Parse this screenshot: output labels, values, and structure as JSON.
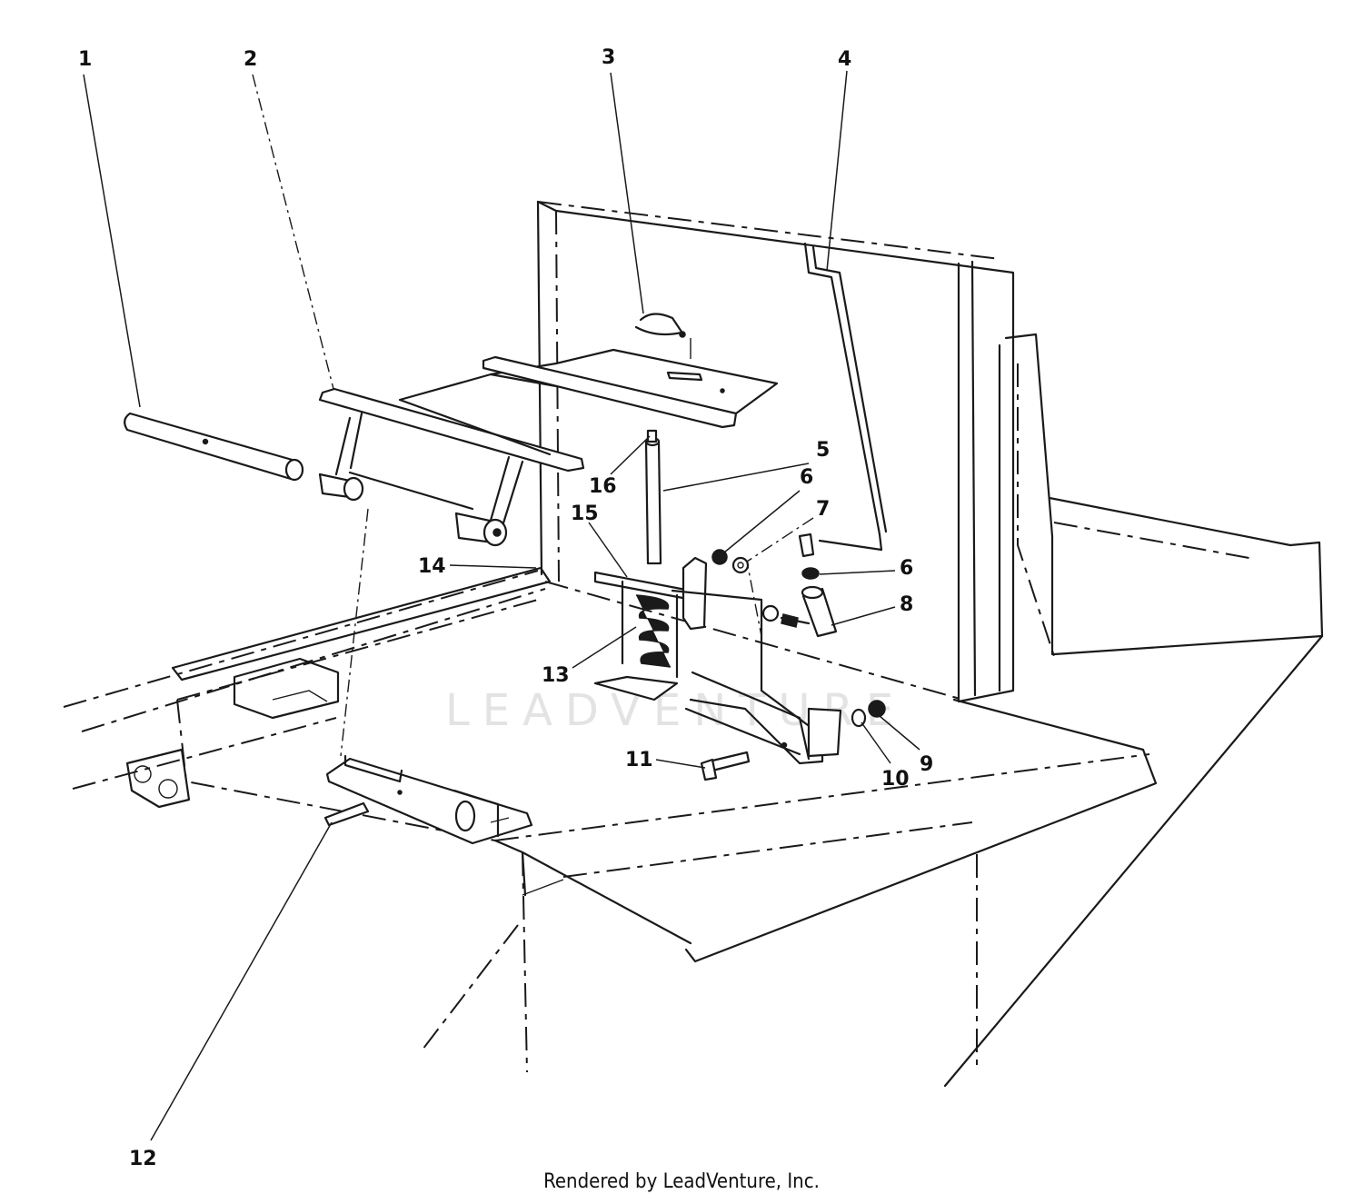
{
  "diagram": {
    "callouts": [
      "1",
      "2",
      "3",
      "4",
      "5",
      "6",
      "6",
      "7",
      "8",
      "9",
      "10",
      "11",
      "12",
      "13",
      "14",
      "15",
      "16"
    ],
    "watermark": "LEADVENTURE",
    "credit": "Rendered by LeadVenture, Inc."
  },
  "colors": {
    "line": "#1a1a1a",
    "background": "#ffffff",
    "watermark": "#e3e3e3"
  }
}
